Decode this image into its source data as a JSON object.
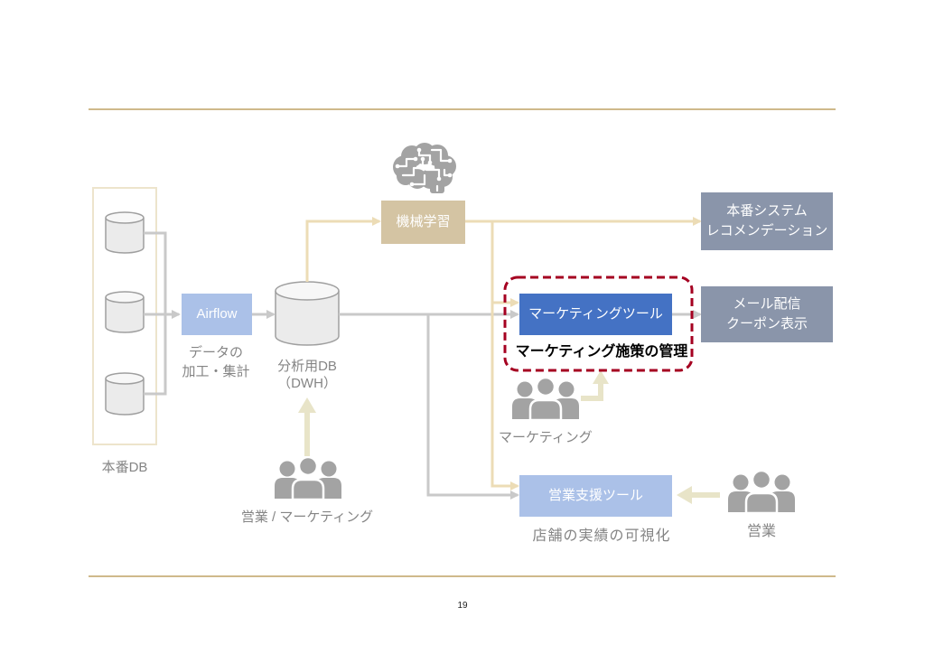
{
  "slide": {
    "page_number": "19"
  },
  "diagram": {
    "source_db": {
      "label": "本番DB"
    },
    "airflow": {
      "label": "Airflow",
      "caption": [
        "データの",
        "加工・集計"
      ]
    },
    "analytics_db": {
      "label": [
        "分析用DB",
        "（DWH）"
      ]
    },
    "machine_learning": {
      "label": "機械学習"
    },
    "production_system": {
      "label": [
        "本番システム",
        "レコメンデーション"
      ]
    },
    "marketing_tool": {
      "label": "マーケティングツール",
      "highlight_caption": "マーケティング施策の管理"
    },
    "mail_delivery": {
      "label": [
        "メール配信",
        "クーポン表示"
      ]
    },
    "sales_support_tool": {
      "label": "営業支援ツール",
      "caption": "店舗の実績の可視化"
    },
    "actors": {
      "marketing": "マーケティング",
      "sales_and_marketing": "営業 / マーケティング",
      "sales": "営業"
    }
  },
  "icons": {
    "database": "database-icon",
    "brain": "brain-icon",
    "people": "people-group-icon"
  },
  "colors": {
    "rule_gold": "#bfa265",
    "frame_tan": "#ede4cc",
    "connector_gray": "#c9c9c9",
    "connector_tan": "#ecdcb6",
    "actor_arrow": "#e8e4c8",
    "ml_box": "#d4c4a3",
    "light_blue_box": "#abc1e8",
    "primary_blue_box": "#4472c4",
    "output_box": "#8a95aa",
    "highlight_red": "#a50021",
    "caption_gray": "#858585",
    "icon_gray": "#a3a3a3",
    "db_fill": "#ebebeb",
    "db_stroke": "#9f9f9f"
  }
}
